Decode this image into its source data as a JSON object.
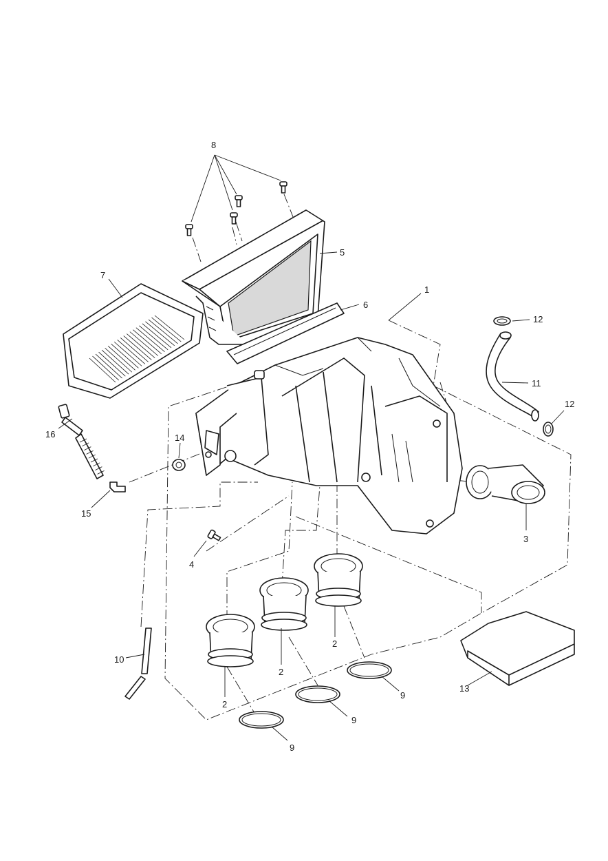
{
  "callouts": [
    {
      "id": "c8",
      "label": "8"
    },
    {
      "id": "c5",
      "label": "5"
    },
    {
      "id": "c7",
      "label": "7"
    },
    {
      "id": "c6",
      "label": "6"
    },
    {
      "id": "c1",
      "label": "1"
    },
    {
      "id": "c12a",
      "label": "12"
    },
    {
      "id": "c11",
      "label": "11"
    },
    {
      "id": "c12b",
      "label": "12"
    },
    {
      "id": "c16",
      "label": "16"
    },
    {
      "id": "c14",
      "label": "14"
    },
    {
      "id": "c15",
      "label": "15"
    },
    {
      "id": "c3",
      "label": "3"
    },
    {
      "id": "c4",
      "label": "4"
    },
    {
      "id": "c2a",
      "label": "2"
    },
    {
      "id": "c2b",
      "label": "2"
    },
    {
      "id": "c2c",
      "label": "2"
    },
    {
      "id": "c10",
      "label": "10"
    },
    {
      "id": "c13",
      "label": "13"
    },
    {
      "id": "c9a",
      "label": "9"
    },
    {
      "id": "c9b",
      "label": "9"
    },
    {
      "id": "c9c",
      "label": "9"
    }
  ]
}
